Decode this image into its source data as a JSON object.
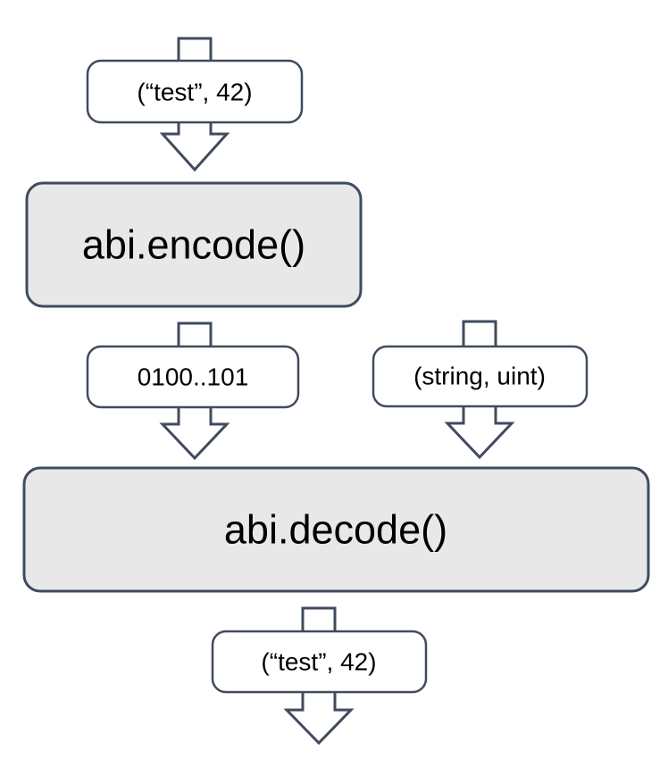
{
  "colors": {
    "background": "#ffffff",
    "stroke": "#404b5e",
    "process_fill": "#e9e8e8",
    "label_fill": "#ffffff",
    "text": "#000000"
  },
  "diagram": {
    "nodes": {
      "input": {
        "label": "(“test”, 42)",
        "kind": "data"
      },
      "encode": {
        "label": "abi.encode()",
        "kind": "process"
      },
      "encoded": {
        "label": "0100..101",
        "kind": "data"
      },
      "types": {
        "label": "(string, uint)",
        "kind": "data"
      },
      "decode": {
        "label": "abi.decode()",
        "kind": "process"
      },
      "output": {
        "label": "(“test”, 42)",
        "kind": "data"
      }
    },
    "arrows": [
      {
        "id": "into-encode",
        "direction": "down",
        "through": "input",
        "to": "encode"
      },
      {
        "id": "encode-to-decode",
        "direction": "down",
        "from": "encode",
        "through": "encoded",
        "to": "decode"
      },
      {
        "id": "types-into-decode",
        "direction": "down",
        "through": "types",
        "to": "decode"
      },
      {
        "id": "out-of-decode",
        "direction": "down",
        "from": "decode",
        "through": "output"
      }
    ]
  }
}
